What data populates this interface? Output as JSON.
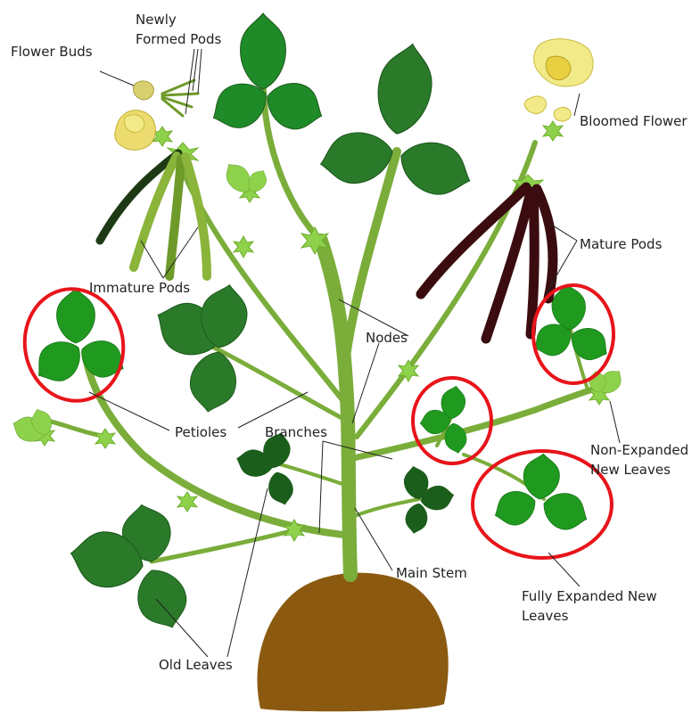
{
  "labels": {
    "flower_buds": "Flower Buds",
    "newly_formed_pods_1": "Newly",
    "newly_formed_pods_2": "Formed Pods",
    "bloomed_flower": "Bloomed Flower",
    "mature_pods": "Mature Pods",
    "immature_pods": "Immature Pods",
    "nodes": "Nodes",
    "petioles": "Petioles",
    "branches": "Branches",
    "non_expanded_1": "Non-Expanded",
    "non_expanded_2": "New Leaves",
    "main_stem": "Main Stem",
    "fully_expanded_1": "Fully Expanded New",
    "fully_expanded_2": "Leaves",
    "old_leaves": "Old Leaves"
  },
  "colors": {
    "stem": "#7aad3a",
    "old_leaf": "#2a7a2a",
    "new_leaf": "#1f9a1f",
    "young_leaf": "#8ed14b",
    "mature_pod": "#3a0c10",
    "immature_pod": "#8ab43a",
    "flower": "#f2ea88",
    "soil": "#8b5a10",
    "highlight_circle": "#e8141a"
  }
}
